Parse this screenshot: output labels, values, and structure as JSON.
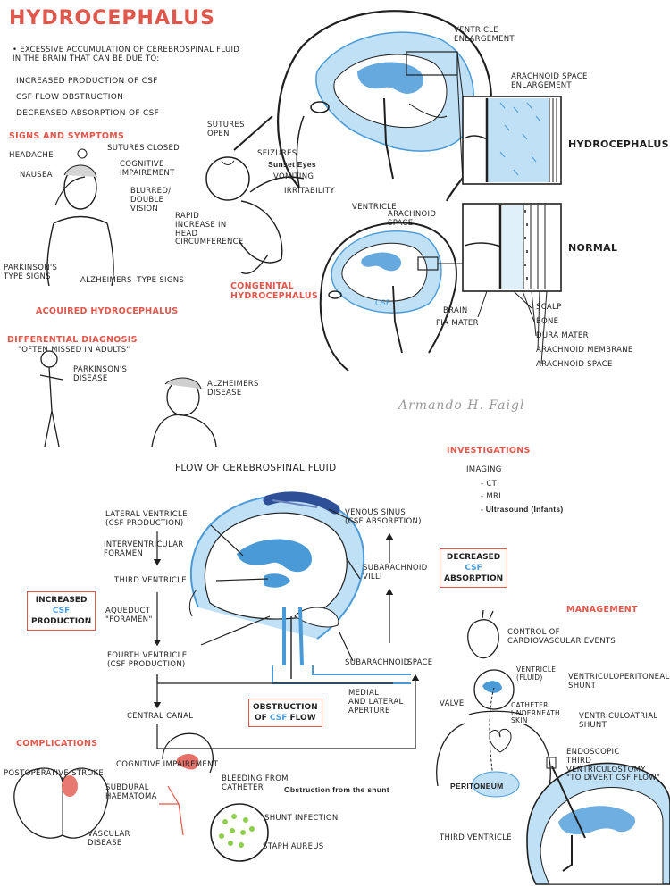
{
  "title": "HYDROCEPHALUS",
  "definition": {
    "text": "• EXCESSIVE ACCUMULATION OF CEREBROSPINAL FLUID\nIN THE BRAIN THAT CAN BE DUE TO:",
    "causes": [
      "INCREASED PRODUCTION OF CSF",
      "CSF FLOW OBSTRUCTION",
      "DECREASED ABSORPTION OF CSF"
    ]
  },
  "signs": {
    "heading": "SIGNS AND SYMPTOMS",
    "headache": "HEADACHE",
    "nausea": "NAUSEA",
    "sutures_closed": "SUTURES CLOSED",
    "cognitive": "COGNITIVE\nIMPAIREMENT",
    "blurred": "BLURRED/\nDOUBLE\nVISION",
    "parkinsons": "PARKINSON'S\nTYPE SIGNS",
    "alzheimers": "ALZHEIMERS -TYPE SIGNS",
    "sutures_open": "SUTURES\nOPEN",
    "seizures": "SEIZURES",
    "sunset_eyes": "Sunset Eyes",
    "vomiting": "VOMITING",
    "irritability": "IRRITABILITY",
    "rapid_increase": "RAPID\nINCREASE IN\nHEAD\nCIRCUMFERENCE"
  },
  "acquired": "ACQUIRED HYDROCEPHALUS",
  "congenital": "CONGENITAL\nHYDROCEPHALUS",
  "differential": {
    "heading": "DIFFERENTIAL DIAGNOSIS",
    "note": "\"OFTEN MISSED IN ADULTS\"",
    "parkinsons": "PARKINSON'S\nDISEASE",
    "alzheimers": "ALZHEIMERS\nDISEASE"
  },
  "anatomy": {
    "ventricle_enlargement": "VENTRICLE\nENLARGEMENT",
    "arachnoid_enlargement": "ARACHNOID SPACE\nENLARGEMENT",
    "hydrocephalus_label": "HYDROCEPHALUS",
    "normal_label": "NORMAL",
    "ventricle": "VENTRICLE",
    "arachnoid_space": "ARACHNOID\nSPACE",
    "csf": "CSF",
    "brain": "BRAIN",
    "pia_mater": "PIA MATER",
    "scalp": "SCALP",
    "bone": "BONE",
    "dura_mater": "DURA MATER",
    "arachnoid_membrane": "ARACHNOID MEMBRANE",
    "arachnoid_space2": "ARACHNOID SPACE"
  },
  "signature": "Armando H. Faigl",
  "flow": {
    "title": "FLOW OF CEREBROSPINAL FLUID",
    "lateral": "LATERAL VENTRICLE\n(CSF PRODUCTION)",
    "interventricular": "INTERVENTRICULAR\nFORAMEN",
    "third": "THIRD VENTRICLE",
    "aqueduct": "AQUEDUCT\n\"FORAMEN\"",
    "fourth": "FOURTH VENTRICLE\n(CSF PRODUCTION)",
    "central": "CENTRAL CANAL",
    "venous": "VENOUS SINUS\n(CSF ABSORPTION)",
    "villi": "SUBARACHNOID\nVILLI",
    "subarachnoid": "SUBARACHNOID",
    "space": "SPACE",
    "medial": "MEDIAL\nAND LATERAL\nAPERTURE",
    "box_increased": [
      "INCREASED",
      "CSF",
      "PRODUCTION"
    ],
    "box_decreased": [
      "DECREASED",
      "CSF",
      "ABSORPTION"
    ],
    "box_obstruction_1": "OBSTRUCTION",
    "box_obstruction_of": "OF",
    "box_obstruction_csf": "CSF",
    "box_obstruction_flow": "FLOW"
  },
  "investigations": {
    "heading": "INVESTIGATIONS",
    "imaging": "IMAGING",
    "ct": "- CT",
    "mri": "- MRI",
    "us": "- Ultrasound (Infants)"
  },
  "management": {
    "heading": "MANAGEMENT",
    "control": "CONTROL OF\nCARDIOVASCULAR EVENTS",
    "ventricle_fluid": "VENTRICLE\n(FLUID)",
    "vp_shunt": "VENTRICULOPERITONEAL\nSHUNT",
    "valve": "VALVE",
    "catheter": "CATHETER\nUNDERNEATH\nSKIN",
    "va_shunt": "VENTRICULOATRIAL\nSHUNT",
    "peritoneum": "PERITONEUM",
    "etv": "ENDOSCOPIC\nTHIRD VENTRICULOSTOMY\n\"TO DIVERT CSF FLOW\"",
    "third_ventricle": "THIRD VENTRICLE"
  },
  "complications": {
    "heading": "COMPLICATIONS",
    "stroke": "POSTOPERATIVE STROKE",
    "cognitive": "COGNITIVE IMPAIREMENT",
    "subdural": "SUBDURAL\nHAEMATOMA",
    "bleeding": "BLEEDING FROM\nCATHETER",
    "obstruction": "Obstruction from the shunt",
    "vascular": "VASCULAR\nDISEASE",
    "infection": "SHUNT INFECTION",
    "staph": "STAPH AUREUS"
  },
  "colors": {
    "accent": "#e2574c",
    "csf": "#4a9ad8",
    "csf_light": "#bfe0f5",
    "ink": "#1f1f1f",
    "vein": "#2d4f97"
  }
}
